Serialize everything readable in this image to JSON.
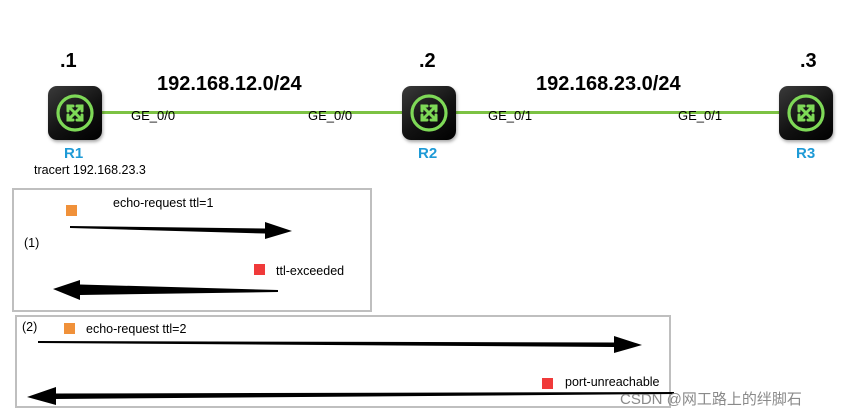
{
  "topology": {
    "routers": [
      {
        "name": "R1",
        "host_octet": ".1"
      },
      {
        "name": "R2",
        "host_octet": ".2"
      },
      {
        "name": "R3",
        "host_octet": ".3"
      }
    ],
    "subnets": [
      {
        "label": "192.168.12.0/24",
        "left_iface": "GE_0/0",
        "right_iface": "GE_0/0"
      },
      {
        "label": "192.168.23.0/24",
        "left_iface": "GE_0/1",
        "right_iface": "GE_0/1"
      }
    ],
    "command": "tracert 192.168.23.3"
  },
  "panels": [
    {
      "index": "(1)",
      "request_label": "echo-request  ttl=1",
      "reply_label": "ttl-exceeded",
      "request_color": "#f0913a",
      "reply_color": "#f03a3a"
    },
    {
      "index": "(2)",
      "request_label": "echo-request ttl=2",
      "reply_label": "port-unreachable",
      "request_color": "#f0913a",
      "reply_color": "#f03a3a"
    }
  ],
  "colors": {
    "link": "#7cc243",
    "router_name": "#1e9ad6",
    "router_icon": "#7ed957",
    "arrow": "#000000",
    "panel_border": "#bfbfbf"
  },
  "watermark": "CSDN @网工路上的绊脚石"
}
